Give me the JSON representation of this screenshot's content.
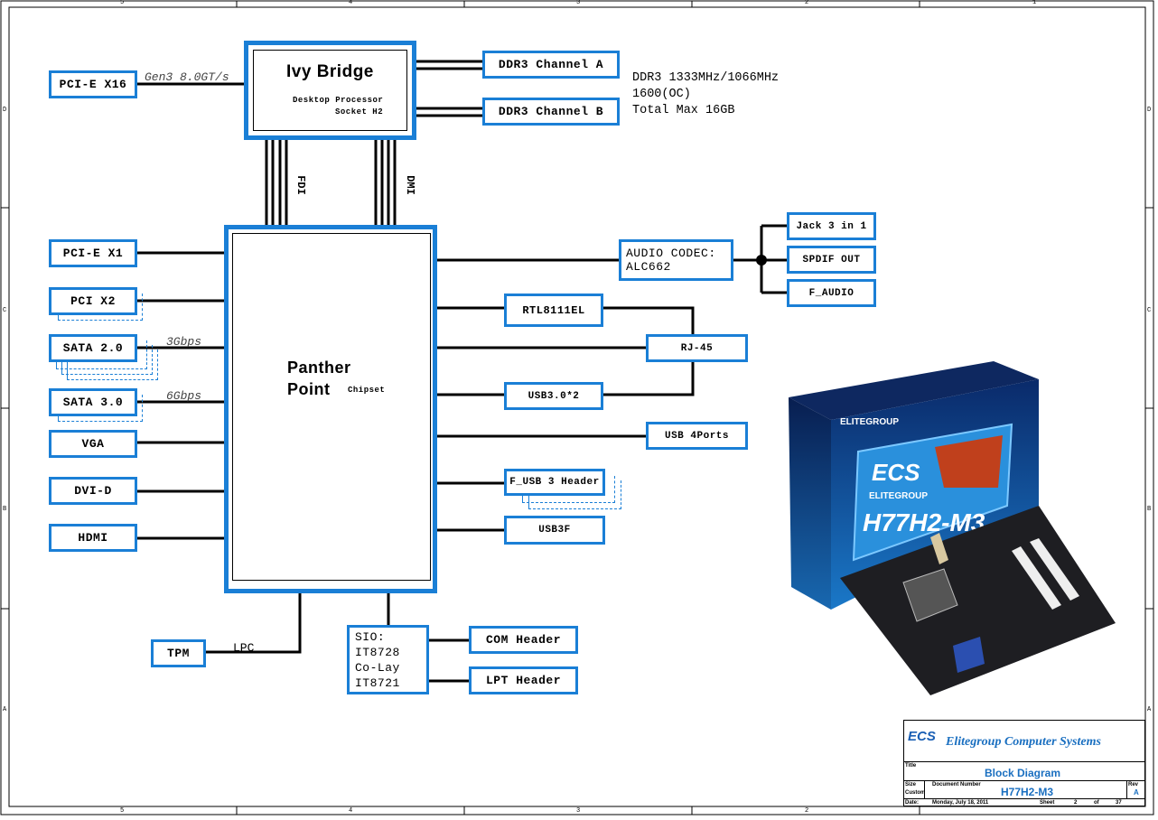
{
  "frame": {
    "columns": [
      "5",
      "4",
      "3",
      "2",
      "1"
    ],
    "rows": [
      "D",
      "C",
      "B",
      "A"
    ]
  },
  "cpu": {
    "name": "Ivy Bridge",
    "desc1": "Desktop Processor",
    "desc2": "Socket H2"
  },
  "pcie_x16": {
    "label": "PCI-E X16",
    "link": "Gen3 8.0GT/s"
  },
  "ddr": {
    "channel_a": "DDR3 Channel A",
    "channel_b": "DDR3 Channel B",
    "spec1": "DDR3 1333MHz/1066MHz",
    "spec2": "1600(OC)",
    "spec3": "Total Max 16GB"
  },
  "buses": {
    "fdi": "FDI",
    "dmi": "DMI",
    "lpc": "LPC"
  },
  "pch": {
    "name1": "Panther",
    "name2": "Point",
    "sub": "Chipset"
  },
  "left": [
    {
      "label": "PCI-E X1"
    },
    {
      "label": "PCI X2"
    },
    {
      "label": "SATA 2.0",
      "speed": "3Gbps"
    },
    {
      "label": "SATA 3.0",
      "speed": "6Gbps"
    },
    {
      "label": "VGA"
    },
    {
      "label": "DVI-D"
    },
    {
      "label": "HDMI"
    }
  ],
  "audio": {
    "codec1": "AUDIO CODEC:",
    "codec2": "ALC662",
    "jack": "Jack 3 in 1",
    "spdif": "SPDIF OUT",
    "faudio": "F_AUDIO"
  },
  "right": {
    "lan": "RTL8111EL",
    "rj45": "RJ-45",
    "usb3x2": "USB3.0*2",
    "usb4": "USB 4Ports",
    "fusb3": "F_USB 3 Header",
    "usb3f": "USB3F"
  },
  "bottom": {
    "tpm": "TPM",
    "sio": [
      "SIO:",
      "IT8728",
      "Co-Lay",
      "IT8721"
    ],
    "com": "COM Header",
    "lpt": "LPT Header"
  },
  "product": {
    "model": "H77H2-M3",
    "brand": "ELITEGROUP",
    "logo": "ECS"
  },
  "title_block": {
    "company": "Elitegroup Computer Systems",
    "logo": "ECS",
    "title_label": "Title",
    "title": "Block Diagram",
    "size_label": "Size",
    "size": "Custom",
    "docnum_label": "Document Number",
    "docnum": "H77H2-M3",
    "rev_label": "Rev",
    "rev": "A",
    "date_label": "Date:",
    "date": "Monday, July 18, 2011",
    "sheet_label": "Sheet",
    "sheet": "2",
    "of_label": "of",
    "total": "37"
  },
  "colors": {
    "box_border": "#1a7fd6",
    "title_text": "#1a6fc0"
  }
}
